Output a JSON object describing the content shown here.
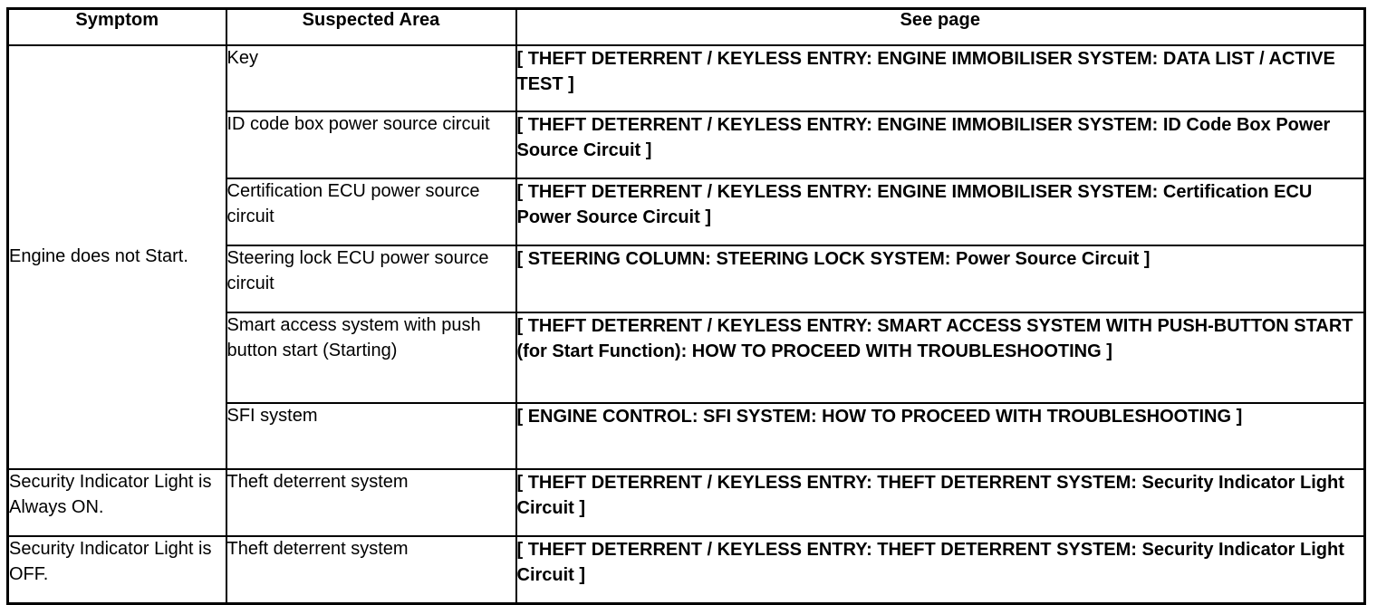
{
  "document": {
    "kind": "diagnostic-trouble-symptom-table",
    "title_visible": false
  },
  "table": {
    "headers": {
      "symptom": "Symptom",
      "suspected_area": "Suspected Area",
      "see_page": "See page"
    },
    "symptom_groups": [
      {
        "symptom": "Engine does not Start.",
        "row_span": 6
      },
      {
        "symptom": "Security Indicator Light is Always ON.",
        "row_span": 1
      },
      {
        "symptom": "Security Indicator Light is OFF.",
        "row_span": 1
      }
    ],
    "rows": [
      {
        "symptom": "Engine does not Start.",
        "suspected_area": "Key",
        "see_page": "[ THEFT DETERRENT / KEYLESS ENTRY: ENGINE IMMOBILISER SYSTEM: DATA LIST / ACTIVE TEST ]"
      },
      {
        "symptom": "",
        "suspected_area": "ID code box power source circuit",
        "see_page": "[ THEFT DETERRENT / KEYLESS ENTRY: ENGINE IMMOBILISER SYSTEM: ID Code Box Power Source Circuit ]"
      },
      {
        "symptom": "",
        "suspected_area": "Certification ECU power source circuit",
        "see_page": "[ THEFT DETERRENT / KEYLESS ENTRY: ENGINE IMMOBILISER SYSTEM: Certification ECU Power Source Circuit ]"
      },
      {
        "symptom": "",
        "suspected_area": "Steering lock ECU power source circuit",
        "see_page": "[ STEERING COLUMN: STEERING LOCK SYSTEM: Power Source Circuit ]"
      },
      {
        "symptom": "",
        "suspected_area": "Smart access system with push button start (Starting)",
        "see_page": "[ THEFT DETERRENT / KEYLESS ENTRY: SMART ACCESS SYSTEM WITH PUSH-BUTTON START (for Start Function): HOW TO PROCEED WITH TROUBLESHOOTING ]"
      },
      {
        "symptom": "",
        "suspected_area": "SFI system",
        "see_page": "[ ENGINE CONTROL: SFI SYSTEM: HOW TO PROCEED WITH TROUBLESHOOTING ]"
      },
      {
        "symptom": "Security Indicator Light is Always ON.",
        "suspected_area": "Theft deterrent system",
        "see_page": "[ THEFT DETERRENT / KEYLESS ENTRY: THEFT DETERRENT SYSTEM: Security Indicator Light Circuit ]"
      },
      {
        "symptom": "Security Indicator Light is OFF.",
        "suspected_area": "Theft deterrent system",
        "see_page": "[ THEFT DETERRENT / KEYLESS ENTRY: THEFT DETERRENT SYSTEM: Security Indicator Light Circuit ]"
      }
    ]
  },
  "colors": {
    "text": "#000000",
    "background": "#ffffff",
    "border": "#000000"
  }
}
